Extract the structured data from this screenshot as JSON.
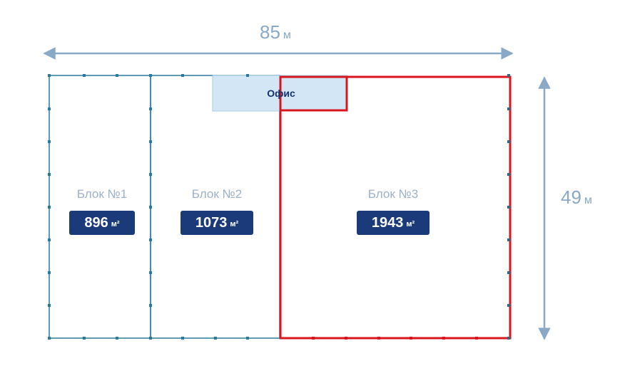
{
  "dimensions": {
    "width_value": "85",
    "width_unit": "м",
    "height_value": "49",
    "height_unit": "м"
  },
  "office": {
    "label": "Офис"
  },
  "blocks": [
    {
      "name": "Блок №1",
      "area": "896",
      "unit": "м²",
      "selected": false
    },
    {
      "name": "Блок №2",
      "area": "1073",
      "unit": "м²",
      "selected": false
    },
    {
      "name": "Блок №3",
      "area": "1943",
      "unit": "м²",
      "selected": true
    }
  ],
  "colors": {
    "outline": "#2a7a9e",
    "selected": "#d9161e",
    "badge": "#1a3a7a",
    "office_fill": "#d3e6f5",
    "dimension": "#8aa9c6"
  }
}
